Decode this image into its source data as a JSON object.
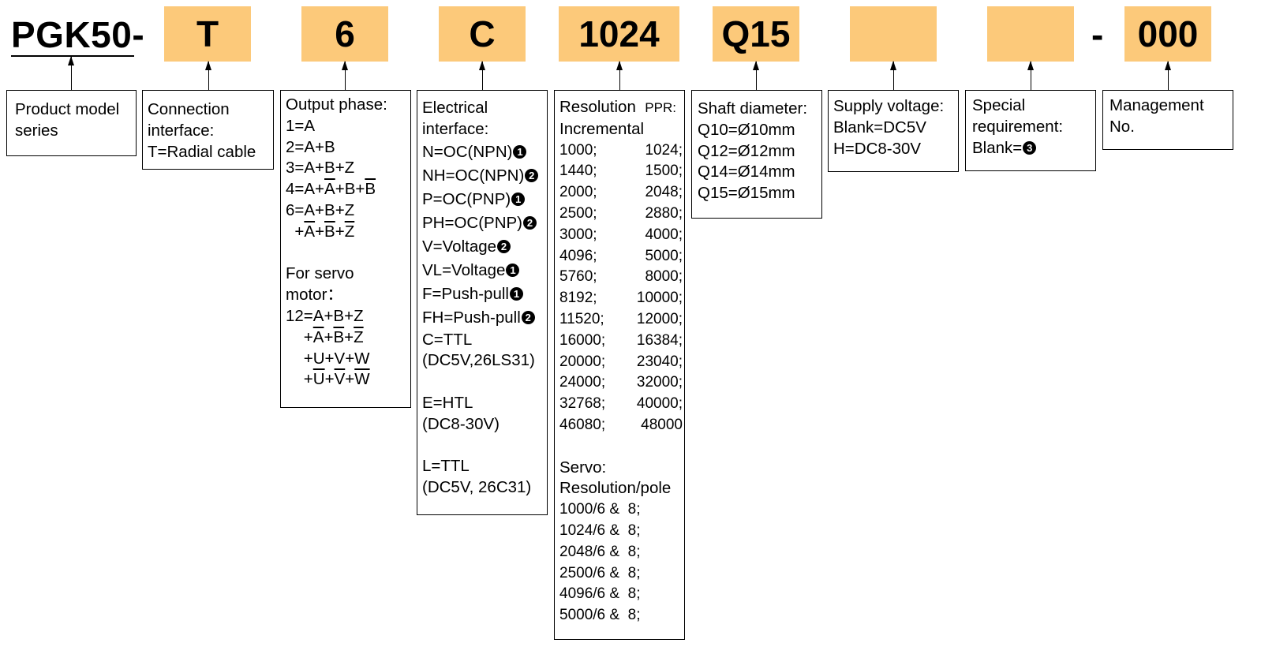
{
  "model_prefix": "PGK50-",
  "codes": [
    "T",
    "6",
    "C",
    "1024",
    "Q15",
    "",
    "",
    "000"
  ],
  "dash": "-",
  "boxes": {
    "series": [
      "Product model",
      "series"
    ],
    "connection": [
      "Connection",
      "interface:",
      "T=Radial cable"
    ],
    "phase": {
      "title": "Output phase:",
      "items": [
        "1=A",
        "2=A+B",
        "3=A+B+Z"
      ],
      "servo_title": [
        "For servo",
        "motor："
      ]
    },
    "electrical": {
      "title": [
        "Electrical",
        "interface:"
      ],
      "items": [
        {
          "text": "N=OC(NPN)",
          "mark": "1"
        },
        {
          "text": "NH=OC(NPN)",
          "mark": "2"
        },
        {
          "text": "P=OC(PNP)",
          "mark": "1"
        },
        {
          "text": "PH=OC(PNP)",
          "mark": "2"
        },
        {
          "text": "V=Voltage",
          "mark": "2"
        },
        {
          "text": "VL=Voltage",
          "mark": "1"
        },
        {
          "text": "F=Push-pull",
          "mark": "1"
        },
        {
          "text": "FH=Push-pull",
          "mark": "2"
        }
      ],
      "more": [
        "C=TTL",
        "(DC5V,26LS31)",
        "E=HTL",
        "(DC8-30V)",
        "L=TTL",
        "(DC5V, 26C31)"
      ]
    },
    "resolution": {
      "title": "Resolution",
      "unit": "PPR:",
      "subtitle": "Incremental",
      "pairs": [
        [
          "1000;",
          "1024;"
        ],
        [
          "1440;",
          "1500;"
        ],
        [
          "2000;",
          "2048;"
        ],
        [
          "2500;",
          "2880;"
        ],
        [
          "3000;",
          "4000;"
        ],
        [
          "4096;",
          "5000;"
        ],
        [
          "5760;",
          "8000;"
        ],
        [
          "8192;",
          "10000;"
        ],
        [
          "11520;",
          "12000;"
        ],
        [
          "16000;",
          "16384;"
        ],
        [
          "20000;",
          "23040;"
        ],
        [
          "24000;",
          "32000;"
        ],
        [
          "32768;",
          "40000;"
        ],
        [
          "46080;",
          "48000"
        ]
      ],
      "servo_title": [
        "Servo:",
        "Resolution/pole"
      ],
      "servo": [
        "1000/6 &  8;",
        "1024/6 &  8;",
        "2048/6 &  8;",
        "2500/6 &  8;",
        "4096/6 &  8;",
        "5000/6 &  8;"
      ]
    },
    "shaft": [
      "Shaft diameter:",
      "Q10=Ø10mm",
      "Q12=Ø12mm",
      "Q14=Ø14mm",
      "Q15=Ø15mm"
    ],
    "supply": [
      "Supply voltage:",
      "Blank=DC5V",
      "H=DC8-30V"
    ],
    "special": {
      "lines": [
        "Special",
        "requirement:"
      ],
      "blank": "Blank=",
      "mark": "3"
    },
    "management": [
      "Management",
      "No."
    ]
  }
}
